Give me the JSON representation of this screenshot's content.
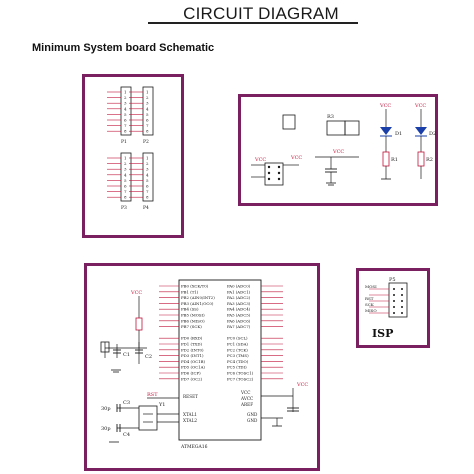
{
  "header": {
    "title": "CIRCUIT DIAGRAM",
    "subtitle": "Minimum System board Schematic"
  },
  "panels": {
    "headers": {
      "p1": {
        "ref": "P1",
        "pins": [
          "1",
          "2",
          "3",
          "4",
          "5",
          "6",
          "7",
          "8"
        ]
      },
      "p2": {
        "ref": "P2",
        "pins": [
          "1",
          "2",
          "3",
          "4",
          "5",
          "6",
          "7",
          "8"
        ]
      },
      "p3": {
        "ref": "P3",
        "pins": [
          "1",
          "2",
          "3",
          "4",
          "5",
          "6",
          "7",
          "8"
        ]
      },
      "p4": {
        "ref": "P4",
        "pins": [
          "1",
          "2",
          "3",
          "4",
          "5",
          "6",
          "7",
          "8"
        ]
      }
    },
    "power": {
      "vcc": "VCC",
      "r": "R3",
      "d1": "D1",
      "d2": "D2",
      "r1": "R1",
      "r2": "R2"
    },
    "mcu": {
      "left_pins": [
        "PB0 (XCK/T0)",
        "PB1 (T1)",
        "PB2 (AIN0/INT2)",
        "PB3 (AIN1/OC0)",
        "PB4 (SS)",
        "PB5 (MOSI)",
        "PB6 (MISO)",
        "PB7 (SCK)",
        "",
        "PD0 (RXD)",
        "PD1 (TXD)",
        "PD2 (INT0)",
        "PD3 (INT1)",
        "PD4 (OC1B)",
        "PD5 (OC1A)",
        "PD6 (ICP)",
        "PD7 (OC2)"
      ],
      "right_pins": [
        "PA0 (ADC0)",
        "PA1 (ADC1)",
        "PA2 (ADC2)",
        "PA3 (ADC3)",
        "PA4 (ADC4)",
        "PA5 (ADC5)",
        "PA6 (ADC6)",
        "PA7 (ADC7)",
        "",
        "PC0 (SCL)",
        "PC1 (SDA)",
        "PC2 (TCK)",
        "PC3 (TMS)",
        "PC4 (TDO)",
        "PC5 (TDI)",
        "PC6 (TOSC1)",
        "PC7 (TOSC2)"
      ],
      "reset": "RESET",
      "xtal1": "XTAL1",
      "xtal2": "XTAL2",
      "vcc_pin": "VCC",
      "avcc_pin": "AVCC",
      "aref_pin": "AREF",
      "gnd_pin": "GND",
      "part": "ATMEGA16",
      "rst": "RST",
      "c1": "C1",
      "c2": "C2",
      "c3": "C3",
      "c4": "C4",
      "y1": "Y1",
      "cap_val": "30p"
    },
    "isp": {
      "label": "ISP",
      "header_ref": "P5",
      "pins": [
        "MOSI",
        "",
        "RST",
        "SCK",
        "MISO"
      ]
    }
  },
  "colors": {
    "frame": "#7a1f60",
    "wire": "#1a1a1a",
    "net": "#c0143c",
    "part": "#1a1a1a",
    "led": "#1a3fa8"
  }
}
